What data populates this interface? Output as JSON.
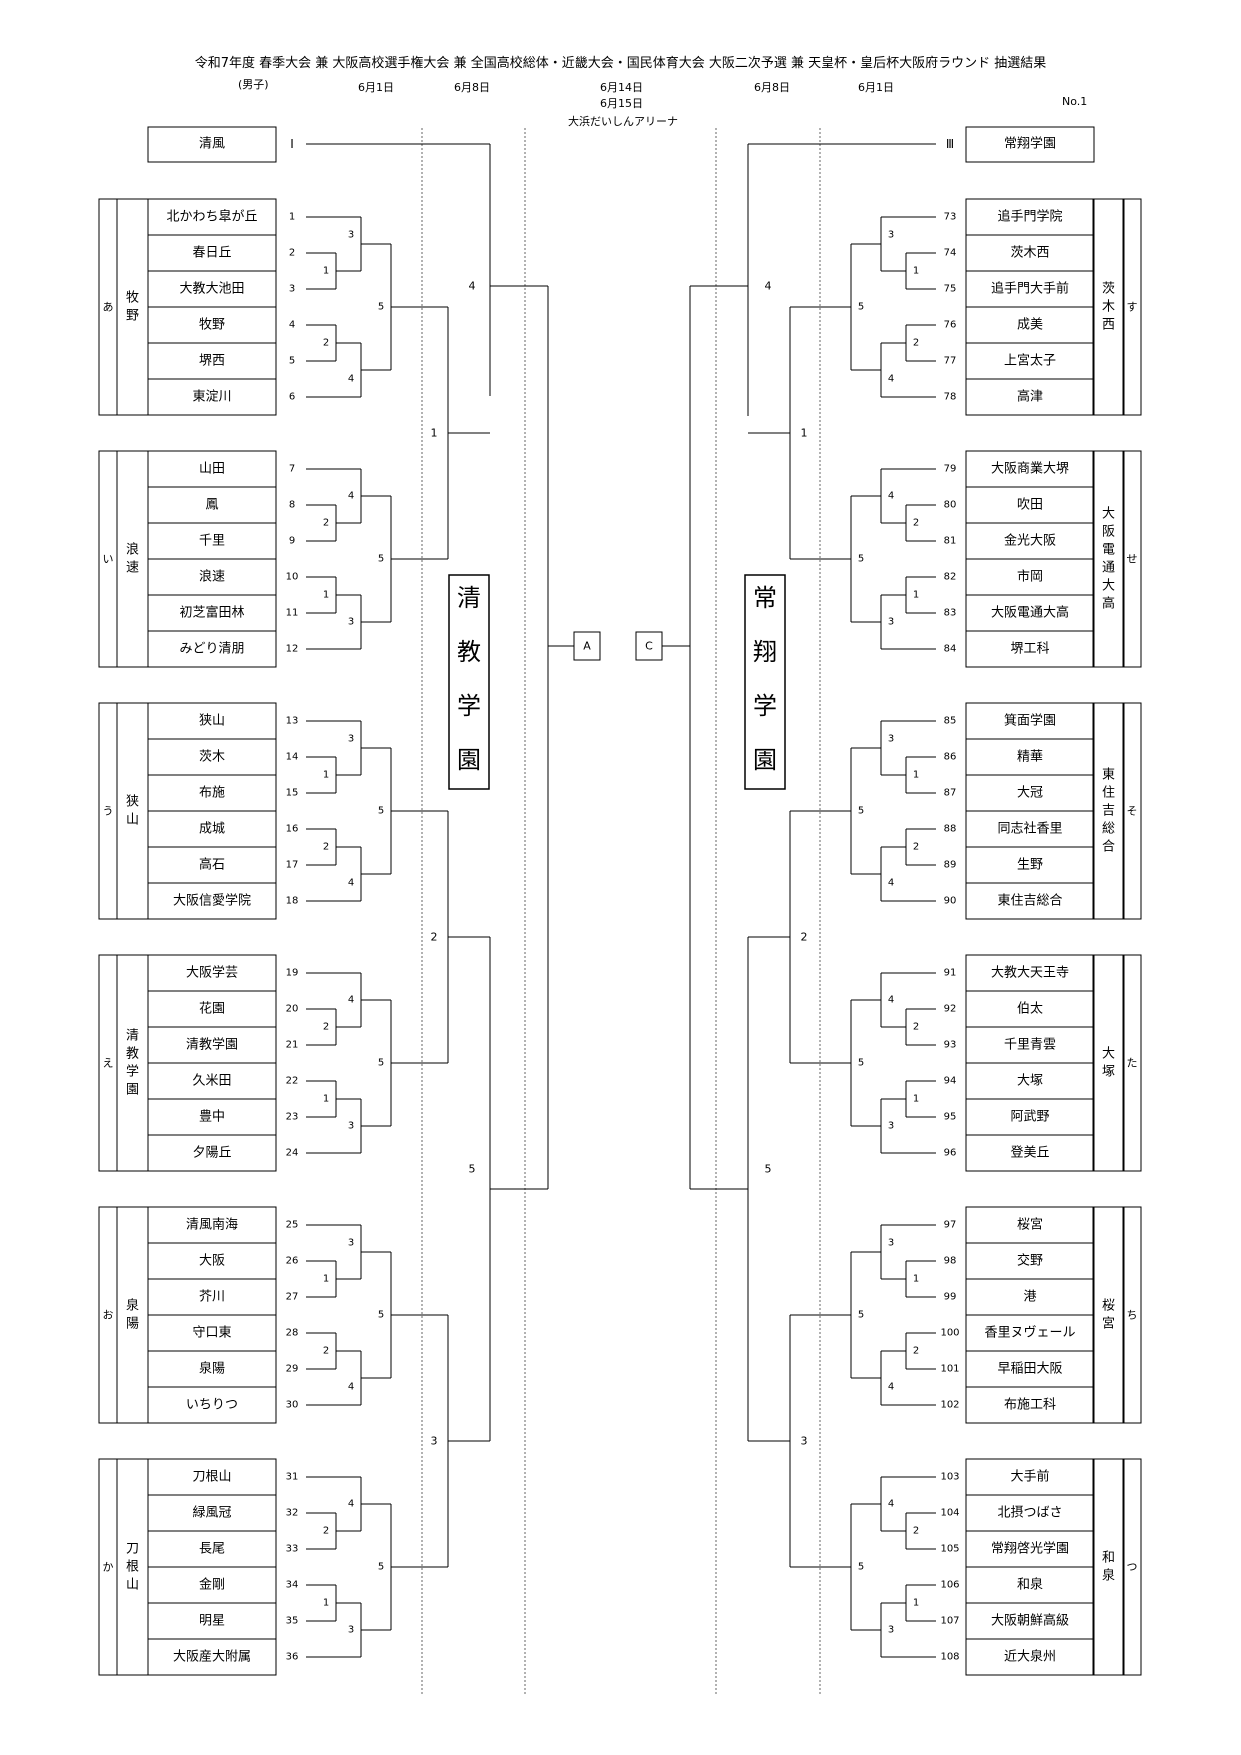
{
  "header": {
    "title": "令和7年度 春季大会 兼 大阪高校選手権大会 兼 全国高校総体・近畿大会・国民体育大会 大阪二次予選 兼 天皇杯・皇后杯大阪府ラウンド 抽選結果",
    "subtitle": "(男子)",
    "dates": [
      "6月1日",
      "6月8日",
      "6月14日",
      "6月15日",
      "6月8日",
      "6月1日"
    ],
    "venue": "大浜だいしんアリーナ",
    "page_no": "No.1"
  },
  "seeds": {
    "left": {
      "mark": "Ⅰ",
      "team": "清風"
    },
    "right": {
      "mark": "Ⅲ",
      "team": "常翔学園"
    }
  },
  "center": {
    "left_letter": "A",
    "right_letter": "C",
    "left_host": [
      "清",
      "教",
      "学",
      "園"
    ],
    "right_host": [
      "常",
      "翔",
      "学",
      "園"
    ]
  },
  "left_groups": [
    {
      "kana": "あ",
      "venue": [
        "牧",
        "野"
      ],
      "teams": [
        "北かわち皐が丘",
        "春日丘",
        "大教大池田",
        "牧野",
        "堺西",
        "東淀川"
      ],
      "nums": [
        "1",
        "2",
        "3",
        "4",
        "5",
        "6"
      ],
      "r1": [
        "3",
        "1",
        "5",
        "2",
        "4"
      ]
    },
    {
      "kana": "い",
      "venue": [
        "浪",
        "速"
      ],
      "teams": [
        "山田",
        "鳳",
        "千里",
        "浪速",
        "初芝富田林",
        "みどり清朋"
      ],
      "nums": [
        "7",
        "8",
        "9",
        "10",
        "11",
        "12"
      ],
      "r1": [
        "4",
        "2",
        "5",
        "1",
        "3"
      ]
    },
    {
      "kana": "う",
      "venue": [
        "狭",
        "山"
      ],
      "teams": [
        "狭山",
        "茨木",
        "布施",
        "成城",
        "高石",
        "大阪信愛学院"
      ],
      "nums": [
        "13",
        "14",
        "15",
        "16",
        "17",
        "18"
      ],
      "r1": [
        "3",
        "1",
        "5",
        "2",
        "4"
      ]
    },
    {
      "kana": "え",
      "venue": [
        "清",
        "教",
        "学",
        "園"
      ],
      "teams": [
        "大阪学芸",
        "花園",
        "清教学園",
        "久米田",
        "豊中",
        "夕陽丘"
      ],
      "nums": [
        "19",
        "20",
        "21",
        "22",
        "23",
        "24"
      ],
      "r1": [
        "4",
        "2",
        "5",
        "1",
        "3"
      ]
    },
    {
      "kana": "お",
      "venue": [
        "泉",
        "陽"
      ],
      "teams": [
        "清風南海",
        "大阪",
        "芥川",
        "守口東",
        "泉陽",
        "いちりつ"
      ],
      "nums": [
        "25",
        "26",
        "27",
        "28",
        "29",
        "30"
      ],
      "r1": [
        "3",
        "1",
        "5",
        "2",
        "4"
      ]
    },
    {
      "kana": "か",
      "venue": [
        "刀",
        "根",
        "山"
      ],
      "teams": [
        "刀根山",
        "緑風冠",
        "長尾",
        "金剛",
        "明星",
        "大阪産大附属"
      ],
      "nums": [
        "31",
        "32",
        "33",
        "34",
        "35",
        "36"
      ],
      "r1": [
        "4",
        "2",
        "5",
        "1",
        "3"
      ]
    }
  ],
  "right_groups": [
    {
      "kana": "す",
      "venue": [
        "茨",
        "木",
        "西"
      ],
      "teams": [
        "追手門学院",
        "茨木西",
        "追手門大手前",
        "成美",
        "上宮太子",
        "高津"
      ],
      "nums": [
        "73",
        "74",
        "75",
        "76",
        "77",
        "78"
      ],
      "r1": [
        "3",
        "1",
        "5",
        "2",
        "4"
      ]
    },
    {
      "kana": "せ",
      "venue": [
        "大",
        "阪",
        "電",
        "通",
        "大",
        "高"
      ],
      "teams": [
        "大阪商業大堺",
        "吹田",
        "金光大阪",
        "市岡",
        "大阪電通大高",
        "堺工科"
      ],
      "nums": [
        "79",
        "80",
        "81",
        "82",
        "83",
        "84"
      ],
      "r1": [
        "4",
        "2",
        "5",
        "1",
        "3"
      ]
    },
    {
      "kana": "そ",
      "venue": [
        "東",
        "住",
        "吉",
        "総",
        "合"
      ],
      "teams": [
        "箕面学園",
        "精華",
        "大冠",
        "同志社香里",
        "生野",
        "東住吉総合"
      ],
      "nums": [
        "85",
        "86",
        "87",
        "88",
        "89",
        "90"
      ],
      "r1": [
        "3",
        "1",
        "5",
        "2",
        "4"
      ]
    },
    {
      "kana": "た",
      "venue": [
        "大",
        "塚"
      ],
      "teams": [
        "大教大天王寺",
        "伯太",
        "千里青雲",
        "大塚",
        "阿武野",
        "登美丘"
      ],
      "nums": [
        "91",
        "92",
        "93",
        "94",
        "95",
        "96"
      ],
      "r1": [
        "4",
        "2",
        "5",
        "1",
        "3"
      ]
    },
    {
      "kana": "ち",
      "venue": [
        "桜",
        "宮"
      ],
      "teams": [
        "桜宮",
        "交野",
        "港",
        "香里ヌヴェール",
        "早稲田大阪",
        "布施工科"
      ],
      "nums": [
        "97",
        "98",
        "99",
        "100",
        "101",
        "102"
      ],
      "r1": [
        "3",
        "1",
        "5",
        "2",
        "4"
      ]
    },
    {
      "kana": "つ",
      "venue": [
        "和",
        "泉"
      ],
      "teams": [
        "大手前",
        "北摂つばさ",
        "常翔啓光学園",
        "和泉",
        "大阪朝鮮高級",
        "近大泉州"
      ],
      "nums": [
        "103",
        "104",
        "105",
        "106",
        "107",
        "108"
      ],
      "r1": [
        "4",
        "2",
        "5",
        "1",
        "3"
      ]
    }
  ],
  "left_r2": [
    "1",
    "2",
    "3"
  ],
  "left_r3": [
    "4",
    "5"
  ],
  "right_r2": [
    "1",
    "2",
    "3"
  ],
  "right_r3": [
    "4",
    "5"
  ]
}
